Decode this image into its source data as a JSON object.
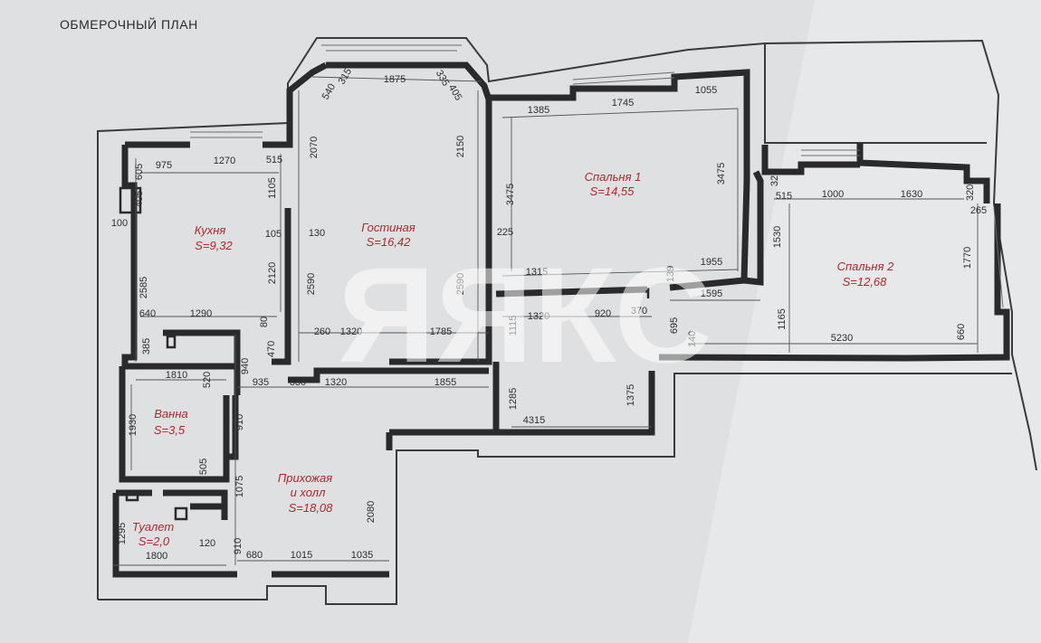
{
  "title": "ОБМЕРОЧНЫЙ ПЛАН",
  "watermark": "ЯЯКС",
  "rooms": [
    {
      "name": "Кухня",
      "area": "S=9,32"
    },
    {
      "name": "Гостиная",
      "area": "S=16,42"
    },
    {
      "name": "Спальня 1",
      "area": "S=14,55"
    },
    {
      "name": "Спальня 2",
      "area": "S=12,68"
    },
    {
      "name": "Ванна",
      "area": "S=3,5"
    },
    {
      "name": "Прихожая",
      "name2": "и холл",
      "area": "S=18,08"
    },
    {
      "name": "Туалет",
      "area": "S=2,0"
    }
  ],
  "dimensions": [
    "975",
    "1270",
    "515",
    "605",
    "405",
    "100",
    "1105",
    "105",
    "2120",
    "2585",
    "640",
    "1290",
    "80",
    "385",
    "470",
    "940",
    "1810",
    "520",
    "1930",
    "505",
    "935",
    "330",
    "1320",
    "1855",
    "540",
    "315",
    "1875",
    "335",
    "405",
    "2070",
    "2150",
    "130",
    "2590",
    "2590",
    "260",
    "1320",
    "1785",
    "1385",
    "1745",
    "1055",
    "3475",
    "3475",
    "225",
    "1315",
    "139",
    "1955",
    "1115",
    "1320",
    "920",
    "370",
    "1285",
    "1375",
    "4315",
    "320",
    "515",
    "1000",
    "1630",
    "320",
    "265",
    "1530",
    "1770",
    "1595",
    "695",
    "140",
    "1165",
    "5230",
    "660",
    "910",
    "1075",
    "2080",
    "1295",
    "1800",
    "120",
    "910",
    "680",
    "1015",
    "1035"
  ]
}
